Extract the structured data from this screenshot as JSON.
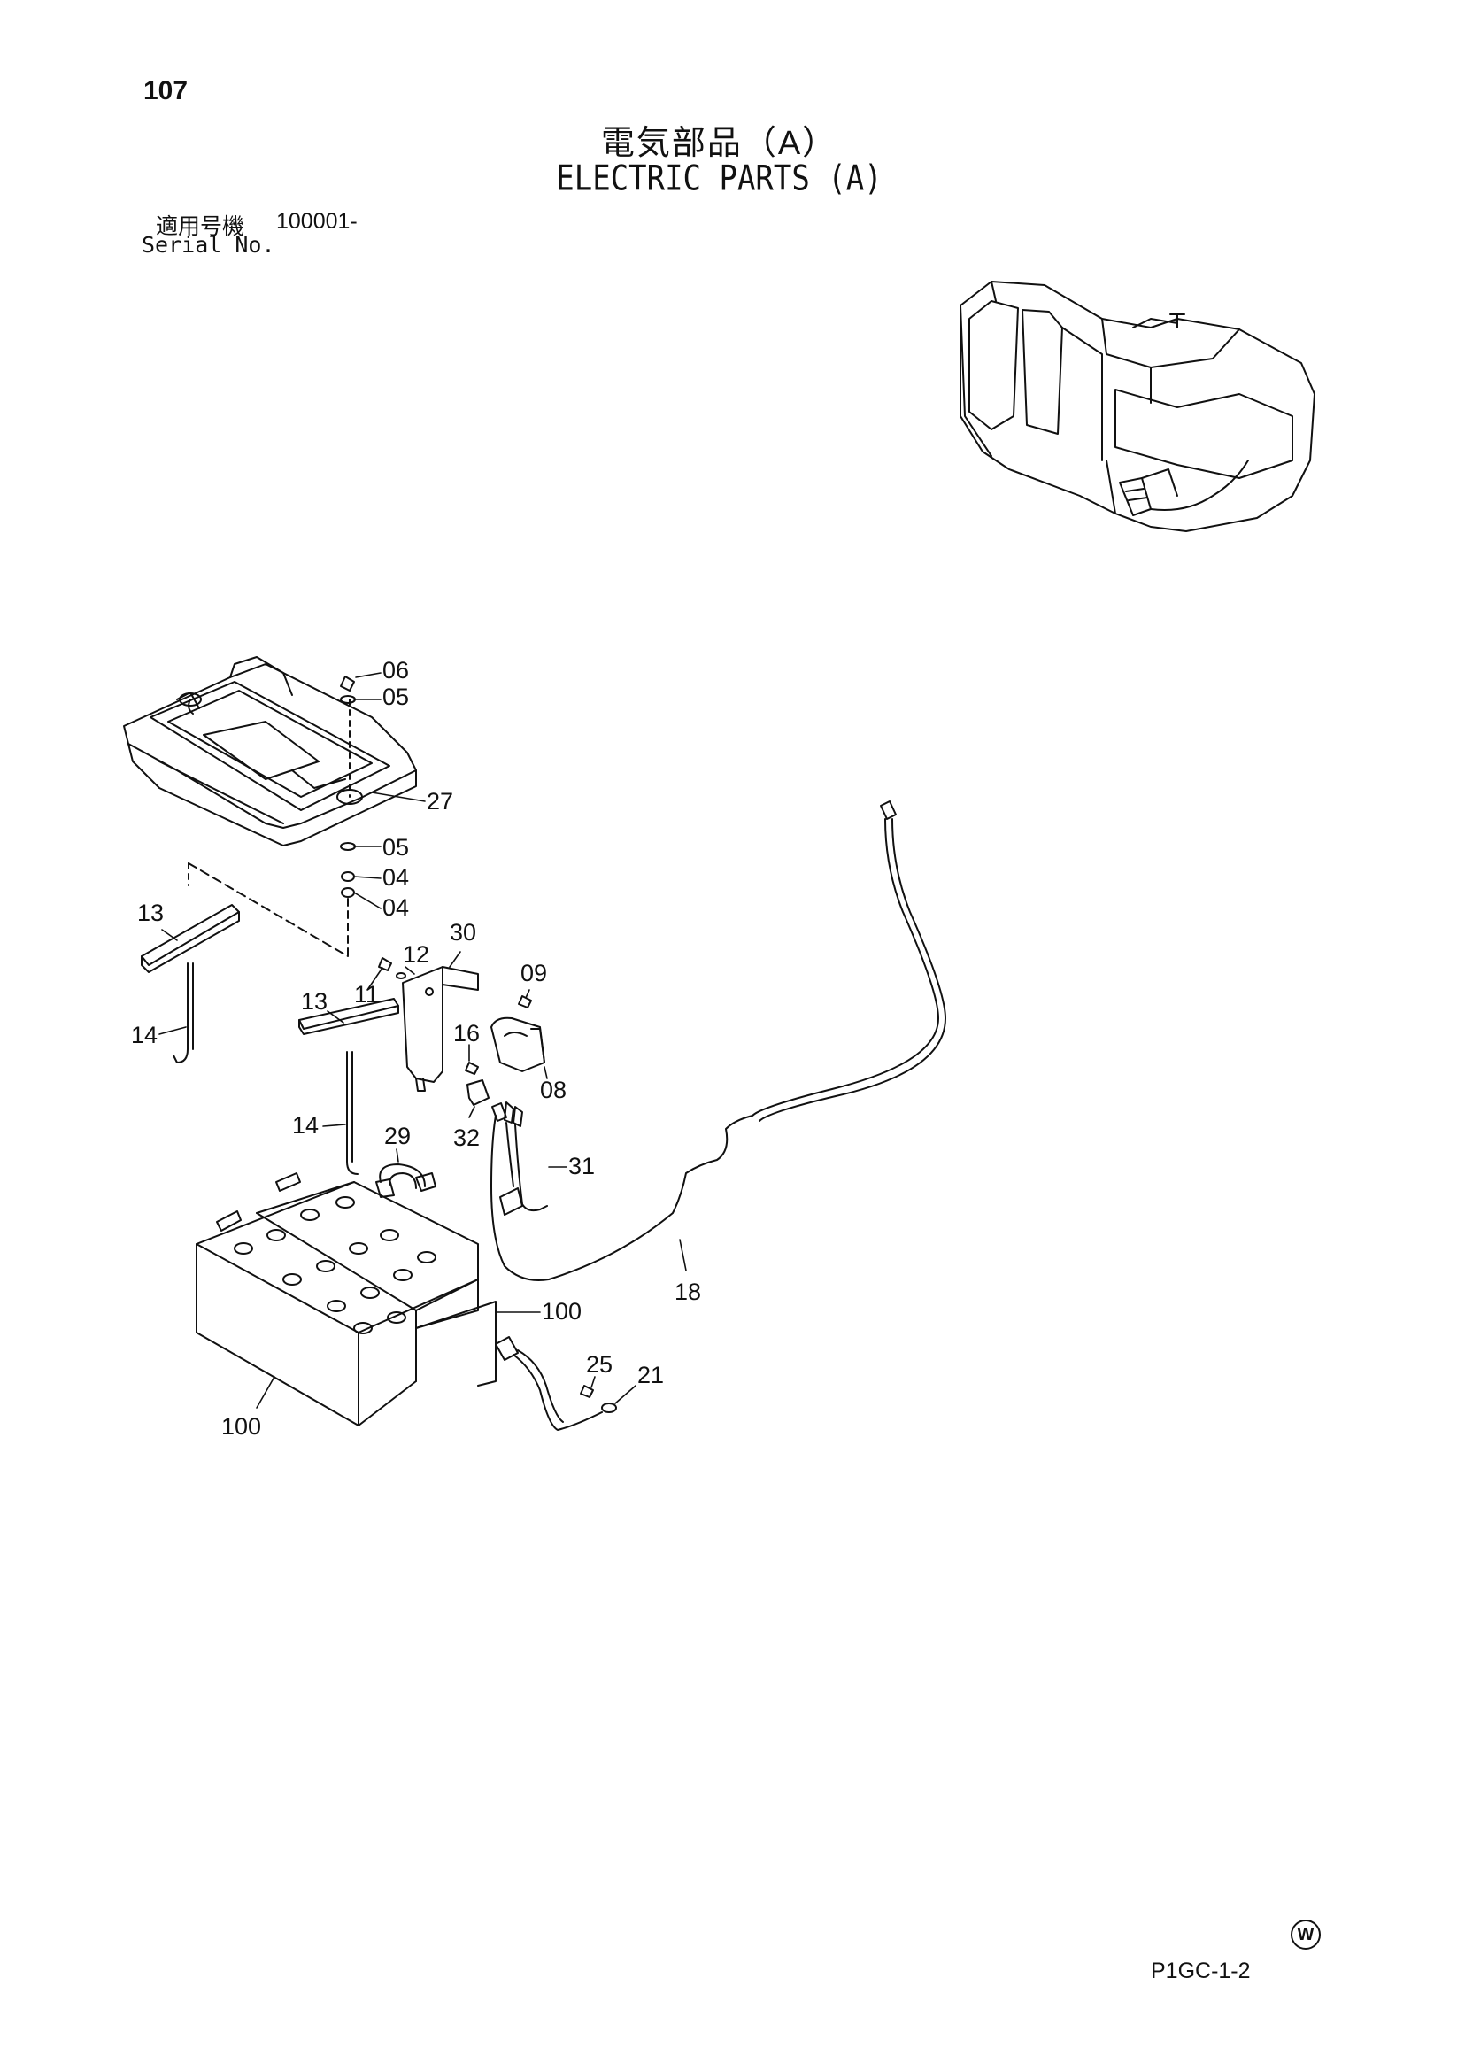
{
  "header": {
    "page_number": "107",
    "title_jp": "電気部品（A）",
    "title_en": "ELECTRIC PARTS (A)",
    "serial_label_jp": "適用号機",
    "serial_number": "100001-",
    "serial_label_en": "Serial No."
  },
  "callouts": [
    "06",
    "05",
    "27",
    "05",
    "04",
    "04",
    "13",
    "14",
    "13",
    "14",
    "12",
    "30",
    "11",
    "09",
    "16",
    "08",
    "32",
    "29",
    "31",
    "18",
    "100",
    "100",
    "25",
    "21"
  ],
  "footer": {
    "w_mark": "W",
    "plate_code": "P1GC-1-2"
  }
}
